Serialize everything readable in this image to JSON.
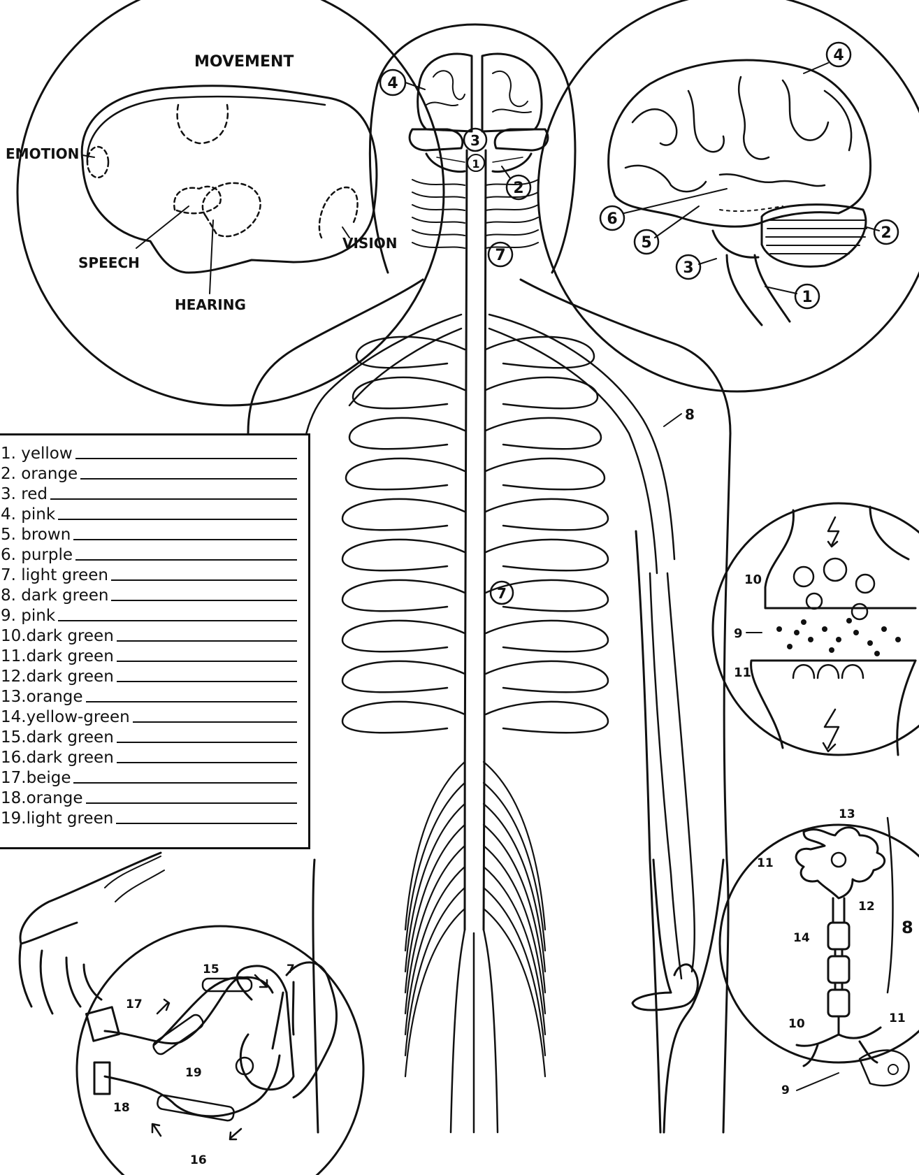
{
  "brain_functions": {
    "movement": "MOVEMENT",
    "emotion": "EMOTION",
    "speech": "SPEECH",
    "hearing": "HEARING",
    "vision": "VISION"
  },
  "callouts": {
    "n1": "1",
    "n2": "2",
    "n3": "3",
    "n4": "4",
    "n5": "5",
    "n6": "6",
    "n7": "7",
    "n8": "8",
    "n9": "9",
    "n10": "10",
    "n11": "11",
    "n12": "12",
    "n13": "13",
    "n14": "14",
    "n15": "15",
    "n16": "16",
    "n17": "17",
    "n18": "18",
    "n19": "19"
  },
  "key": [
    "1. yellow",
    "2. orange",
    "3. red",
    "4. pink",
    "5. brown",
    "6. purple",
    "7. light green",
    "8. dark green",
    "9. pink",
    "10.dark green",
    "11.dark green",
    "12.dark green",
    "13.orange",
    "14.yellow-green",
    "15.dark green",
    "16.dark green",
    "17.beige",
    "18.orange",
    "19.light green"
  ]
}
